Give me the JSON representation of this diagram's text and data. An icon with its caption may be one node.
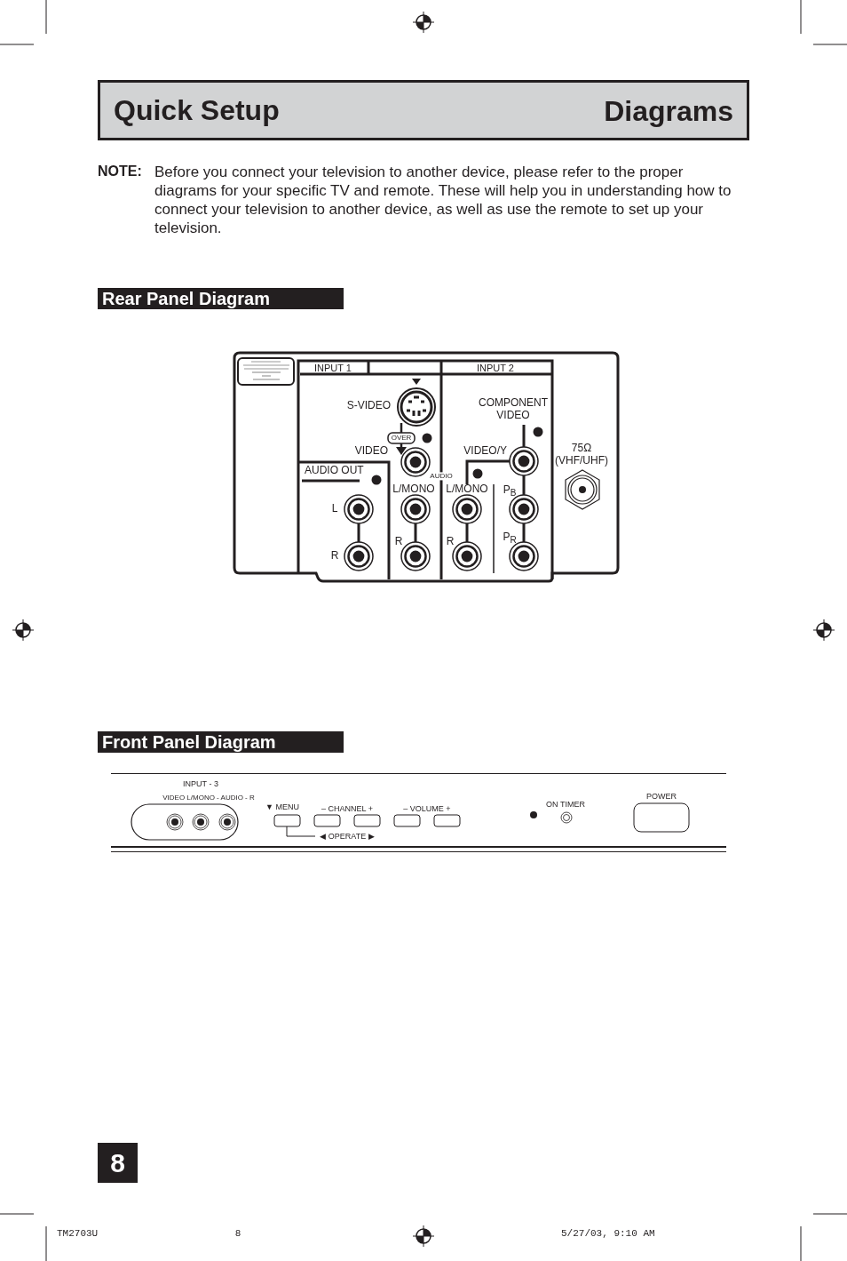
{
  "diagram": {
    "title": "Quick Setup",
    "labels": [
      "Diagrams",
      "NOTE:",
      "Before you connect your television to another device, please refer to the proper diagrams for your specific TV and remote. These will help you in understanding how to connect your television to another device, as well as use the remote to set up your television.",
      "Rear Panel Diagram",
      "INPUT 1",
      "INPUT 2",
      "S-VIDEO",
      "COMPONENT VIDEO",
      "OVER",
      "VIDEO",
      "VIDEO/Y",
      "75Ω (VHF/UHF)",
      "AUDIO OUT",
      "AUDIO",
      "L/MONO",
      "L/MONO",
      "L",
      "P$_{B}$",
      "R",
      "R",
      "R",
      "P$_{R}$",
      "Front Panel Diagram",
      "INPUT - 3",
      "VIDEO  L/MONO - AUDIO - R",
      "▼ MENU",
      "– CHANNEL +",
      "– VOLUME +",
      "ON TIMER",
      "POWER",
      "◀ OPERATE ▶",
      "8",
      "TM2703U",
      "8",
      "5/27/03, 9:10 AM"
    ]
  }
}
